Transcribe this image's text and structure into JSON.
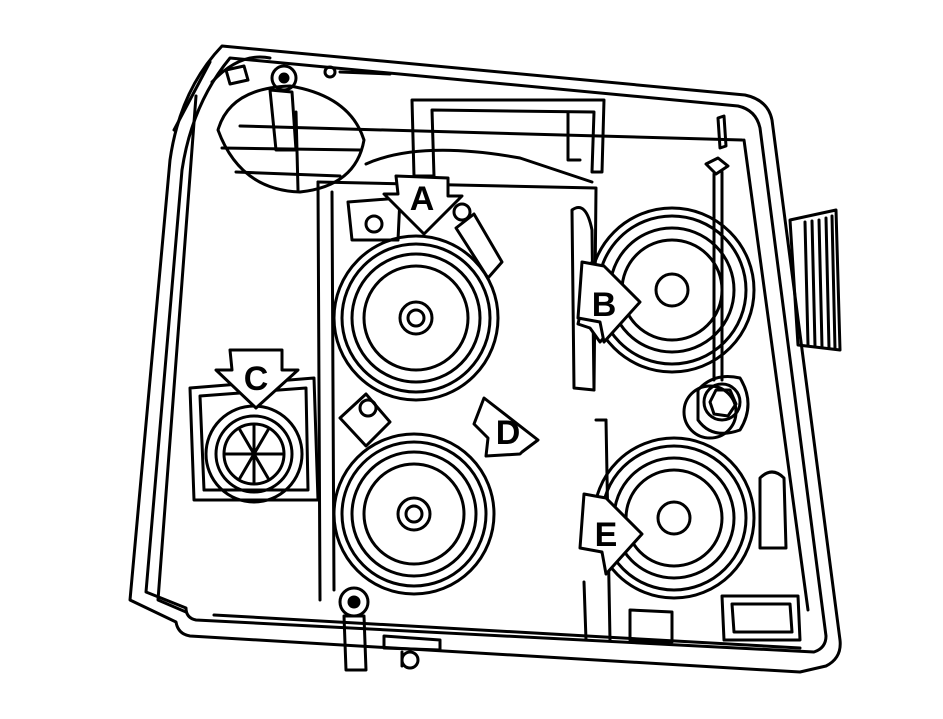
{
  "callouts": {
    "a": "A",
    "b": "B",
    "c": "C",
    "d": "D",
    "e": "E"
  },
  "colors": {
    "line": "#000000",
    "fill": "#ffffff"
  }
}
